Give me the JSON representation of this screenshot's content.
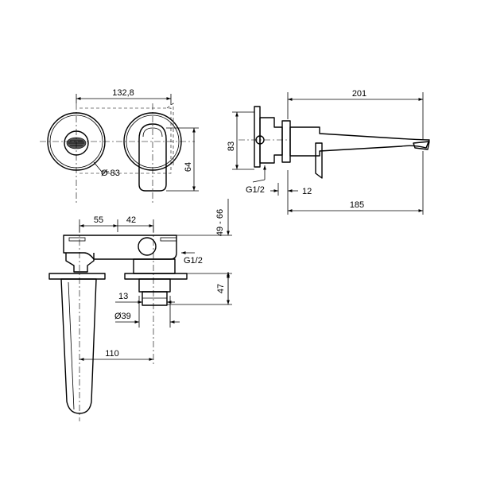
{
  "dimensions": {
    "front_width": "132,8",
    "diameter_83": "Ø 83",
    "height_64": "64",
    "side_total": "201",
    "side_height_83": "83",
    "thread_side": "G1/2",
    "side_12": "12",
    "side_185": "185",
    "top_55": "55",
    "top_42": "42",
    "range_49_66": "49 - 66",
    "thread_top": "G1/2",
    "top_47": "47",
    "top_13": "13",
    "diameter_39": "Ø39",
    "top_110": "110"
  }
}
